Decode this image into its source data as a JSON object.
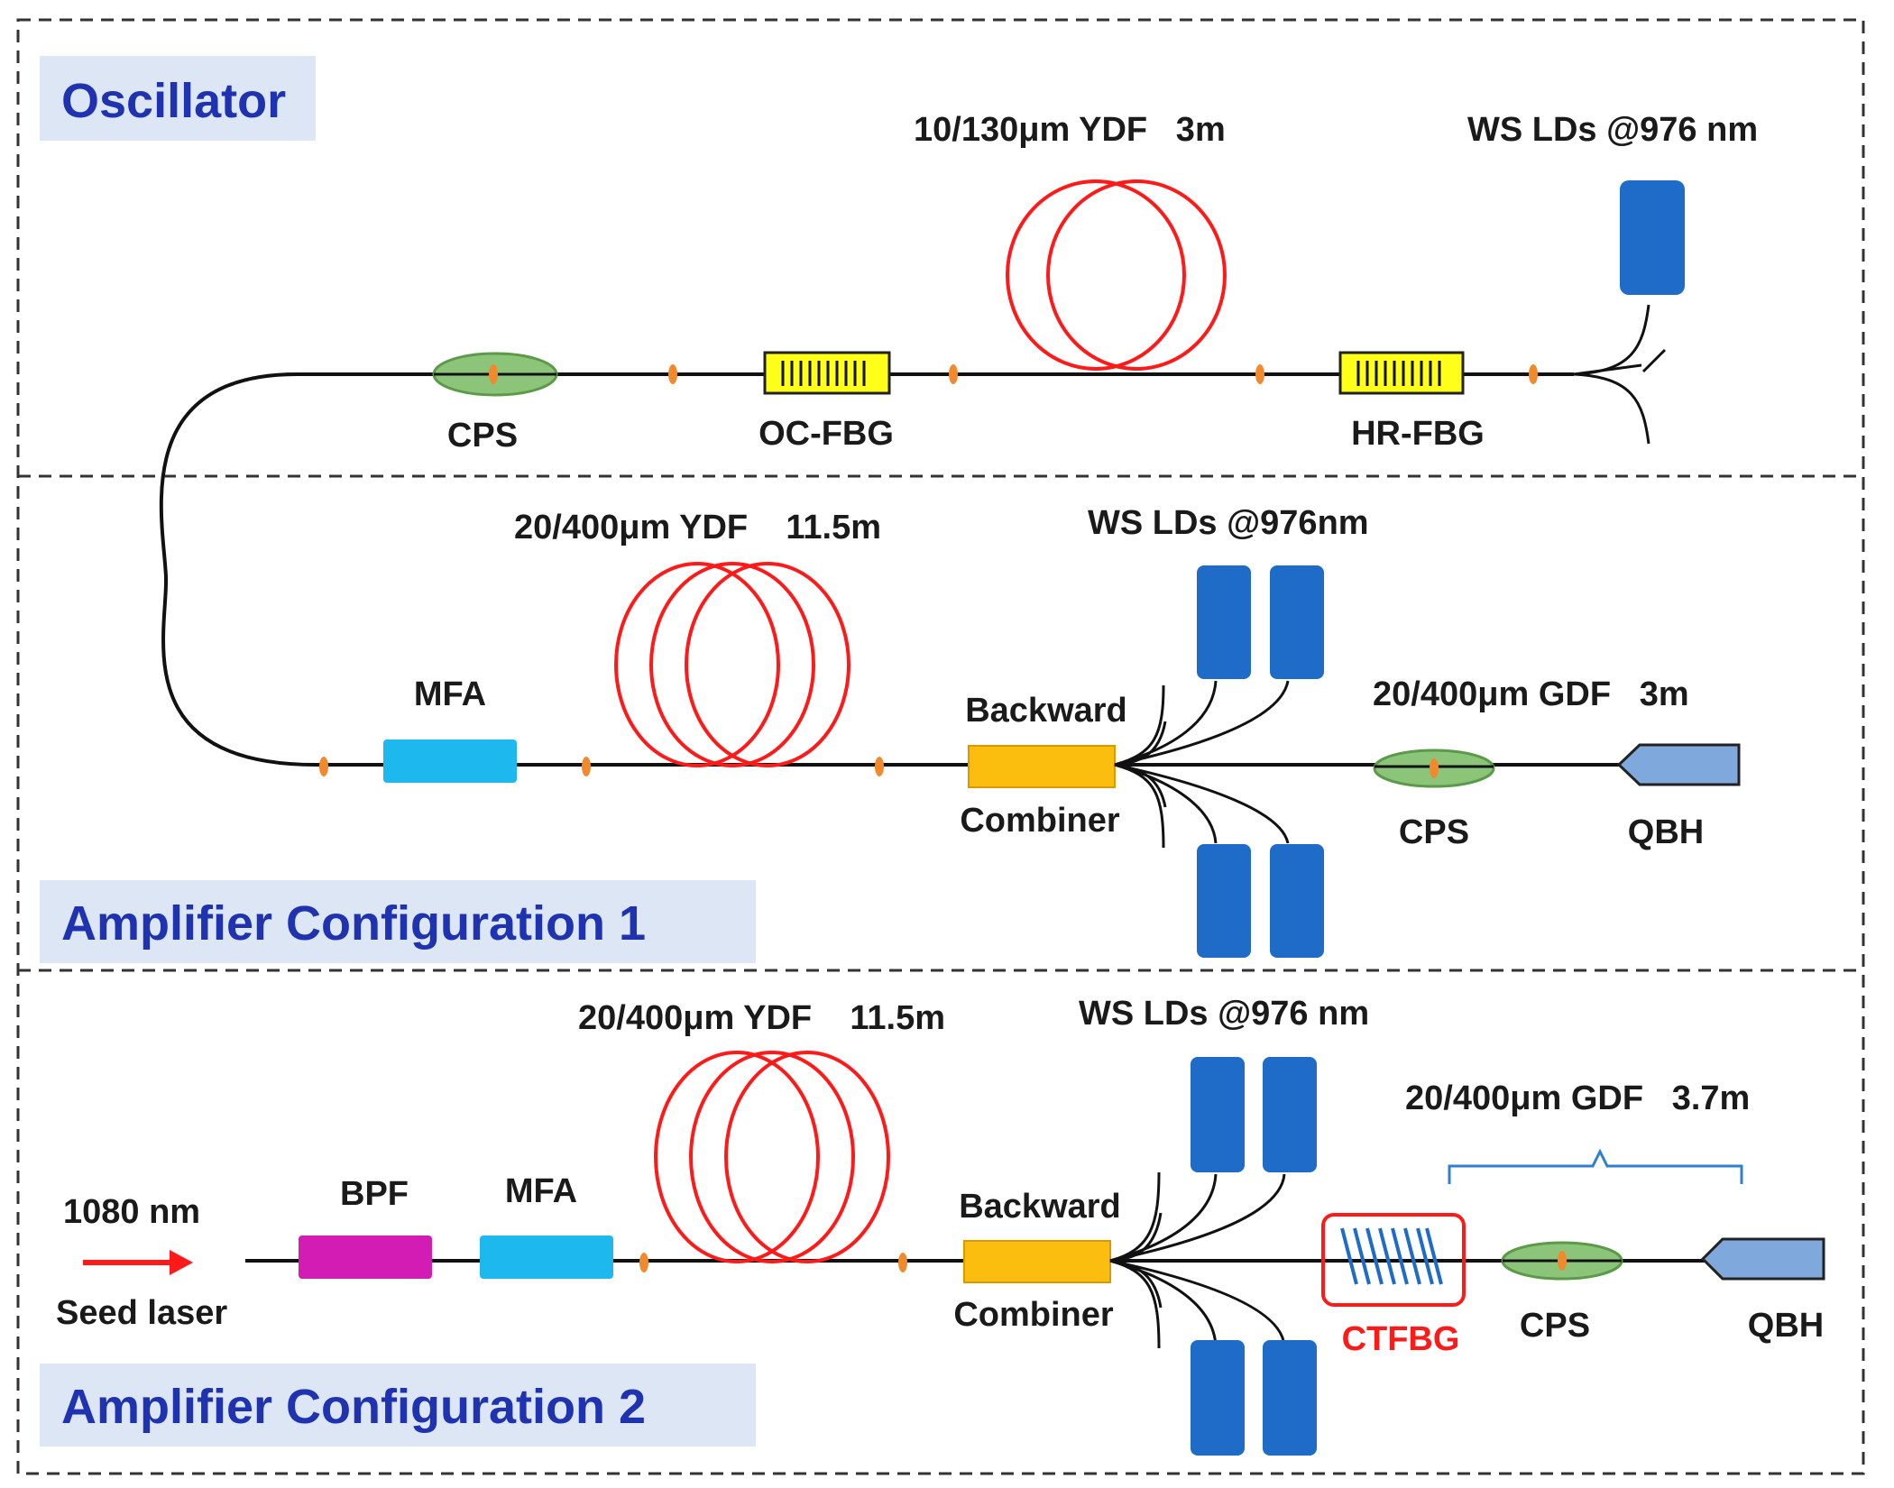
{
  "sections": {
    "oscillator": {
      "title": "Oscillator",
      "ydf_label": "10/130μm YDF   3m",
      "pump_label": "WS LDs @976 nm",
      "cps_label": "CPS",
      "oc_fbg_label": "OC-FBG",
      "hr_fbg_label": "HR-FBG"
    },
    "amp1": {
      "title": "Amplifier Configuration 1",
      "ydf_label": "20/400μm YDF    11.5m",
      "pump_label": "WS LDs @976nm",
      "mfa_label": "MFA",
      "combiner_label_1": "Backward",
      "combiner_label_2": "Combiner",
      "gdf_label": "20/400μm GDF   3m",
      "cps_label": "CPS",
      "qbh_label": "QBH"
    },
    "amp2": {
      "title": "Amplifier Configuration 2",
      "seed_wavelength": "1080 nm",
      "seed_label": "Seed laser",
      "bpf_label": "BPF",
      "mfa_label": "MFA",
      "ydf_label": "20/400μm YDF    11.5m",
      "pump_label": "WS LDs @976 nm",
      "combiner_label_1": "Backward",
      "combiner_label_2": "Combiner",
      "gdf_label": "20/400μm GDF   3.7m",
      "ctfbg_label": "CTFBG",
      "cps_label": "CPS",
      "qbh_label": "QBH"
    }
  },
  "colors": {
    "title_text": "#1f33b0",
    "title_bg": "#dce6f4",
    "fiber": "#111111",
    "coil": "#ff1a1a",
    "splice": "#f08a2c",
    "cps_fill": "#8cc47a",
    "fbg_fill": "#ffff1a",
    "ld_fill": "#1e6cc8",
    "mfa_fill": "#1cb8ee",
    "bpf_fill": "#d21cb4",
    "combiner_fill": "#fbbd0e",
    "qbh_fill": "#7fa9dc",
    "ctfbg_box": "#ff1a1a",
    "ctfbg_grating": "#1e6cc8",
    "bracket": "#2f7fd0"
  }
}
